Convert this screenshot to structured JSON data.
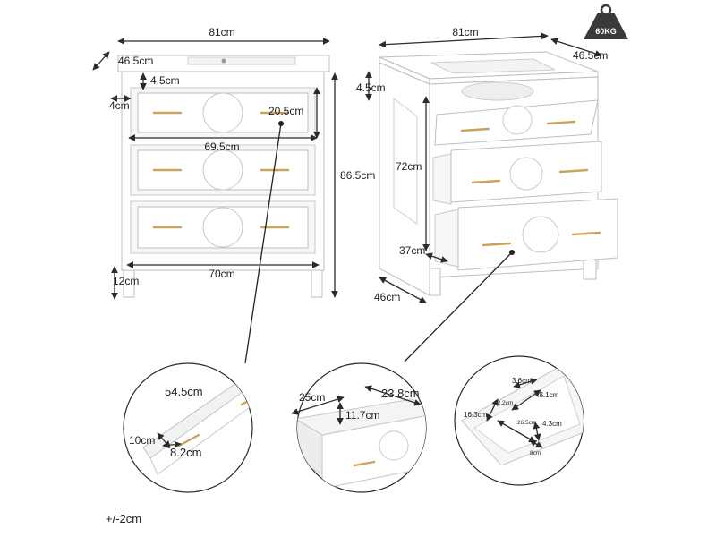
{
  "weight_badge": {
    "text": "60KG",
    "color": "#3a3a3a"
  },
  "front_view": {
    "width": "81cm",
    "depth": "46.5cm",
    "top_gap": "4.5cm",
    "side_inset": "4cm",
    "drawer_height": "20.5cm",
    "drawer_width": "69.5cm",
    "total_height": "86.5cm",
    "leg_height": "12cm",
    "inner_width": "70cm"
  },
  "side_view": {
    "width": "81cm",
    "depth": "46.5cm",
    "top_gap": "4.5cm",
    "body_height": "72cm",
    "drawer_depth": "37cm",
    "base_depth": "46cm"
  },
  "detail_drawer_slide": {
    "length": "54.5cm",
    "height": "10cm",
    "width": "8.2cm"
  },
  "detail_drawer_box": {
    "depth": "25cm",
    "height": "11.7cm",
    "width": "23.8cm"
  },
  "detail_basin": {
    "a": "3.6cm",
    "b": "12.2cm",
    "c": "48.1cm",
    "d": "16.3cm",
    "e": "26.5cm",
    "f": "4.3cm",
    "g": "8cm"
  },
  "tolerance": "+/-2cm",
  "colors": {
    "accent_gold": "#c9a45c",
    "cabinet": "#ffffff",
    "outline": "#bdbdbd"
  }
}
